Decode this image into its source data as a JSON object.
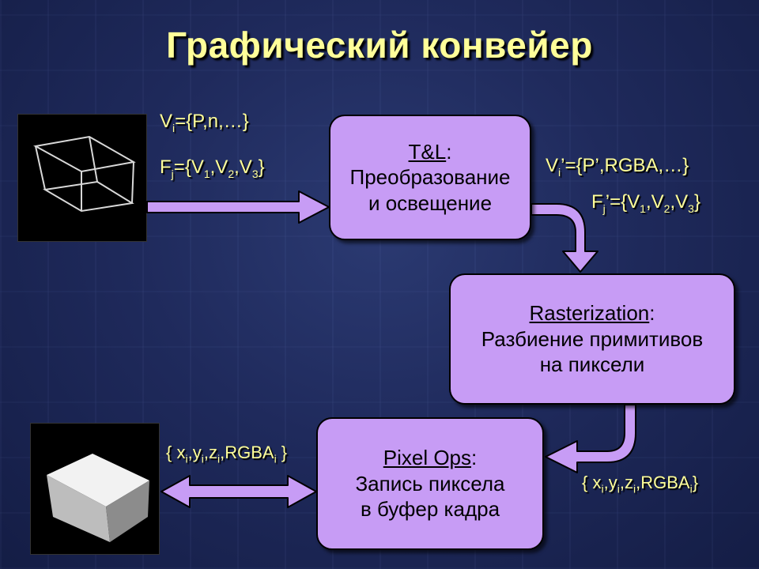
{
  "title": "Графический конвейер",
  "input_labels": {
    "vertices": {
      "pre": "V",
      "sub": "i",
      "post": "={P,n,…}"
    },
    "faces": {
      "pre": "F",
      "sub": "j",
      "post": "={V",
      "s1": "1",
      ",V": ",V",
      "s2": "2",
      "c2": ",V",
      "s3": "3",
      "end": "}"
    }
  },
  "output_labels": {
    "vertices": {
      "pre": "V",
      "sub": "i",
      "post": "’={P’,RGBA,…}"
    },
    "faces": {
      "pre": "F",
      "sub": "j",
      "post": "’={V",
      "s1": "1",
      "c1": ",V",
      "s2": "2",
      "c2": ",V",
      "s3": "3",
      "end": "}"
    }
  },
  "boxes": {
    "tl": {
      "heading": "T&L",
      "colon": ":",
      "line1": "Преобразование",
      "line2": "и освещение"
    },
    "raster": {
      "heading": "Rasterization",
      "colon": ":",
      "line1": "Разбиение примитивов",
      "line2": "на пиксели"
    },
    "pixelops": {
      "heading": "Pixel Ops",
      "colon": ":",
      "line1": "Запись пиксела",
      "line2": "в буфер кадра"
    }
  },
  "pixel_label_text": {
    "open": "{ x",
    "sub1": "i",
    ",y": ",y",
    "sub2": "i",
    ",z": ",z",
    "sub3": "i",
    "rgba": ",RGBA",
    "sub4": "i",
    "close": " }"
  },
  "pixel_label_text_right": {
    "open": "{ x",
    "sub1": "i",
    ",y": ",y",
    "sub2": "i",
    ",z": ",z",
    "sub3": "i",
    "rgba": ",RGBA",
    "sub4": "i",
    "close": "}"
  },
  "colors": {
    "box_fill": "#c79cf5",
    "arrow_fill": "#c79cf5",
    "label": "#ffff99",
    "background": "#1f2a5c"
  }
}
